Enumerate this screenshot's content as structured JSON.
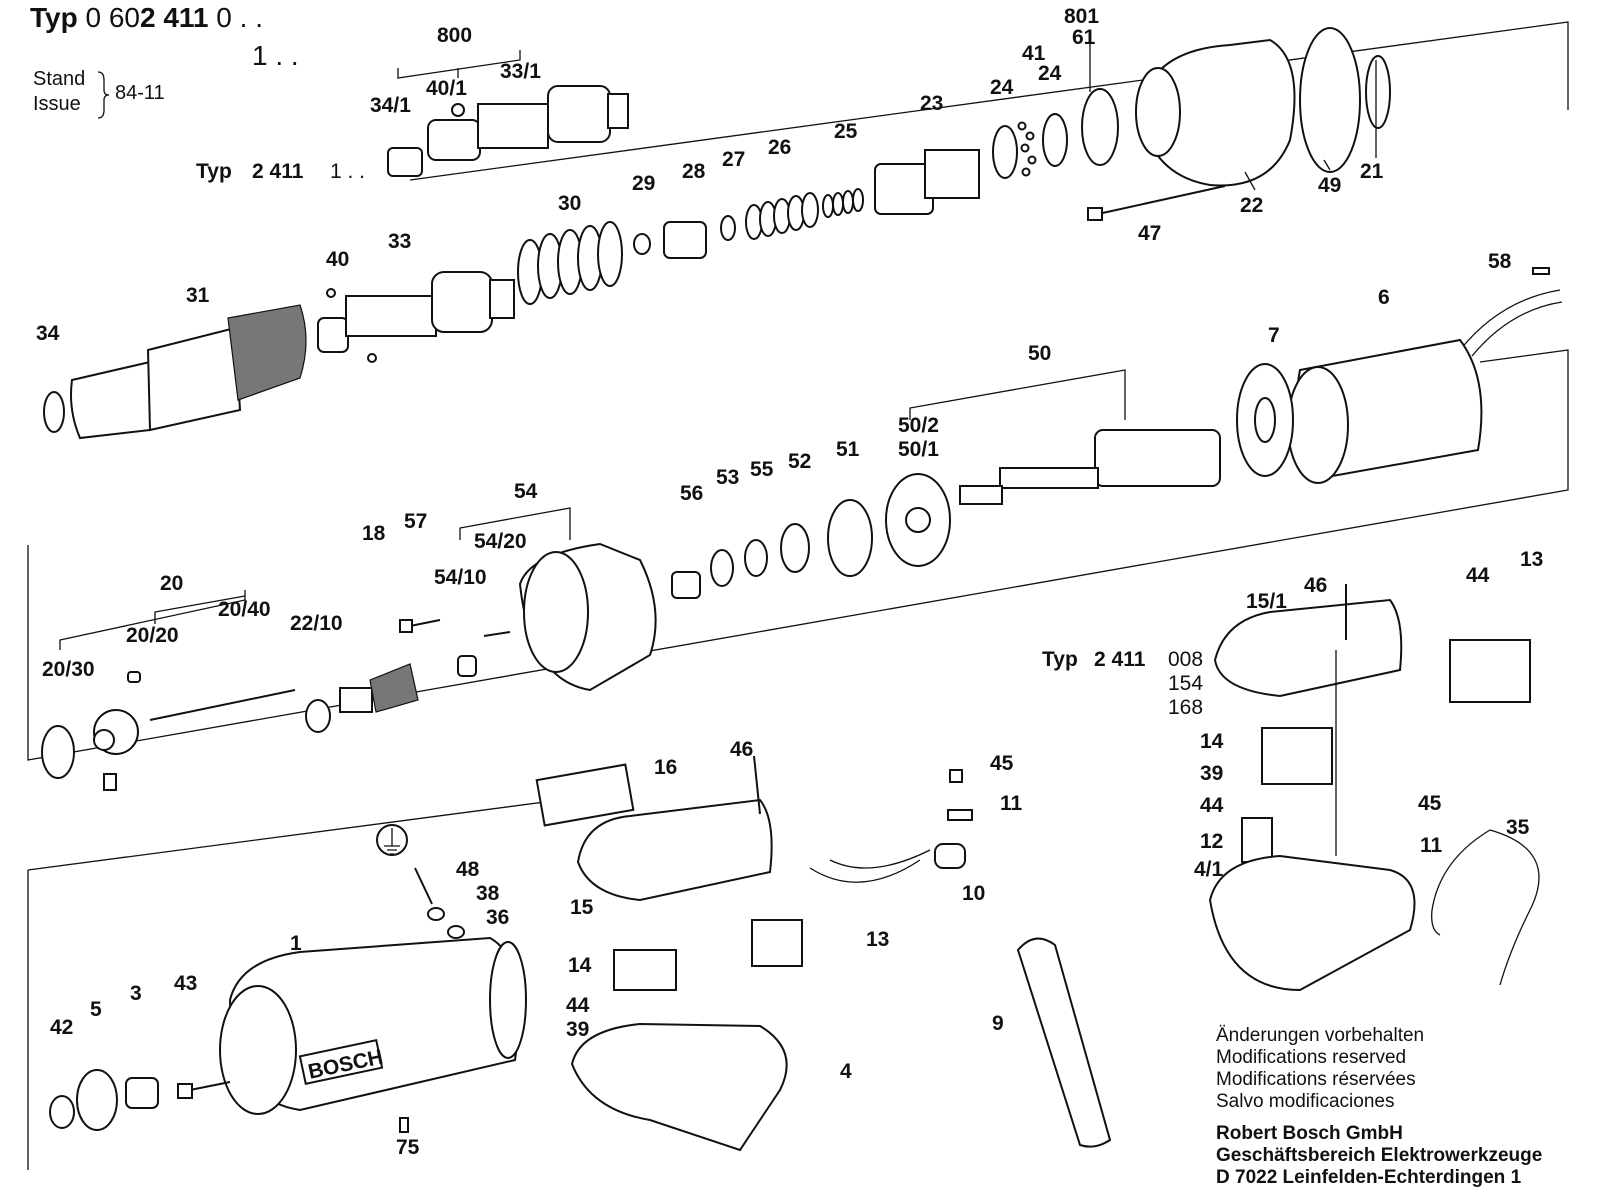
{
  "header": {
    "typ_label": "Typ",
    "typ_number_prefix": "0 60",
    "typ_number_bold": "2 411",
    "typ_variant_a": "0 . .",
    "typ_variant_b": "1 . .",
    "stand": "Stand",
    "issue": "Issue",
    "date": "84-11"
  },
  "subtypes": {
    "upper": {
      "label": "Typ",
      "number": "2 411",
      "suffix": "1 . ."
    },
    "right": {
      "label": "Typ",
      "number": "2 411",
      "codes": [
        "008",
        "154",
        "168"
      ]
    }
  },
  "parts": [
    "800",
    "801",
    "61",
    "41",
    "24",
    "24",
    "23",
    "34/1",
    "40/1",
    "33/1",
    "21",
    "49",
    "22",
    "47",
    "30",
    "29",
    "28",
    "27",
    "26",
    "25",
    "40",
    "33",
    "31",
    "34",
    "58",
    "6",
    "7",
    "50",
    "50/2",
    "50/1",
    "54",
    "56",
    "53",
    "55",
    "52",
    "51",
    "54/20",
    "54/10",
    "57",
    "18",
    "20",
    "20/20",
    "20/40",
    "20/30",
    "22/10",
    "46",
    "15/1",
    "44",
    "13",
    "16",
    "46",
    "45",
    "11",
    "14",
    "39",
    "44",
    "45",
    "12",
    "11",
    "4/1",
    "35",
    "48",
    "38",
    "36",
    "1",
    "15",
    "10",
    "13",
    "14",
    "44",
    "39",
    "42",
    "5",
    "3",
    "43",
    "4",
    "9",
    "75"
  ],
  "brand": "BOSCH",
  "notes": {
    "lines": [
      "Änderungen vorbehalten",
      "Modifications reserved",
      "Modifications réservées",
      "Salvo modificaciones"
    ],
    "company": [
      "Robert Bosch GmbH",
      "Geschäftsbereich Elektrowerkzeuge",
      "D 7022 Leinfelden-Echterdingen 1"
    ]
  }
}
